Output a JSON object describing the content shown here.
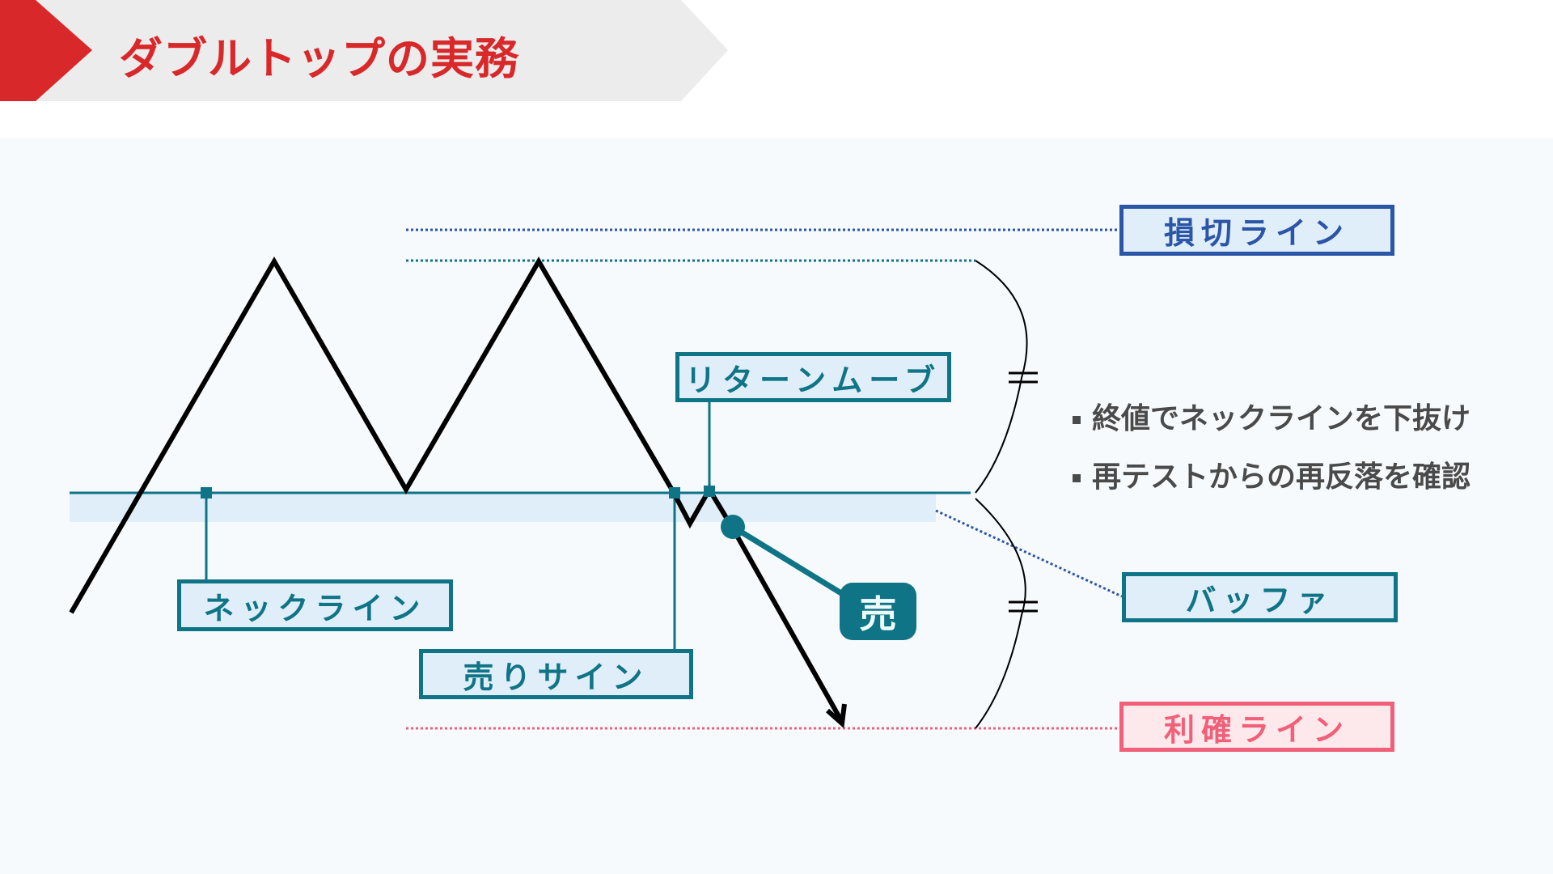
{
  "header": {
    "title": "ダブルトップの実務"
  },
  "labels": {
    "neckline": "ネックライン",
    "sell_sign": "売りサイン",
    "return_move": "リターンムーブ",
    "stop_loss": "損切ライン",
    "buffer": "バッファ",
    "take_profit": "利確ライン",
    "sell_badge": "売"
  },
  "bullets": [
    "終値でネックラインを下抜け",
    "再テストからの再反落を確認"
  ],
  "colors": {
    "accent_red": "#d9282a",
    "teal": "#0e7486",
    "stop_blue": "#2b55a6",
    "profit_pink": "#f06078",
    "buffer_band": "#e0eef9"
  }
}
